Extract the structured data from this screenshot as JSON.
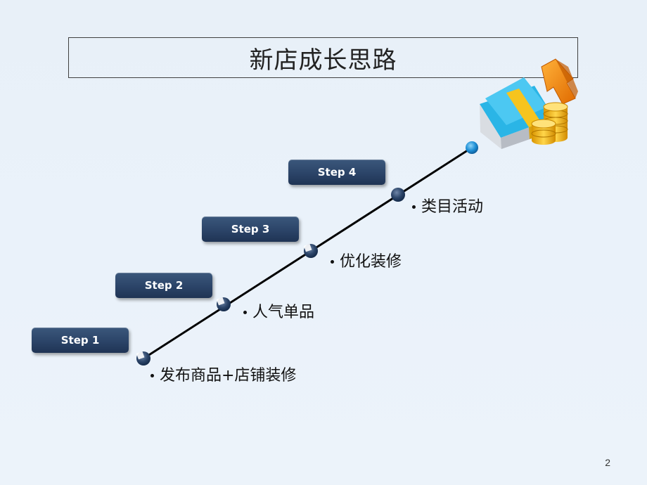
{
  "slide": {
    "title": "新店成长思路",
    "page_number": "2"
  },
  "steps": [
    {
      "button": "Step 1",
      "label": "发布商品+店铺装修"
    },
    {
      "button": "Step 2",
      "label": "人气单品"
    },
    {
      "button": "Step 3",
      "label": "优化装修"
    },
    {
      "button": "Step 4",
      "label": "类目活动"
    }
  ],
  "colors": {
    "step_button": "#2b4468",
    "node_dark": "#1f3f6e",
    "node_top": "#1e8fd6",
    "line": "#000000",
    "coin_gold": "#f2b515",
    "box_cyan": "#2ab5e6",
    "arrow_orange": "#f08a12"
  },
  "icons": {
    "growth_illustration": "money-box-coins-arrow-icon"
  }
}
